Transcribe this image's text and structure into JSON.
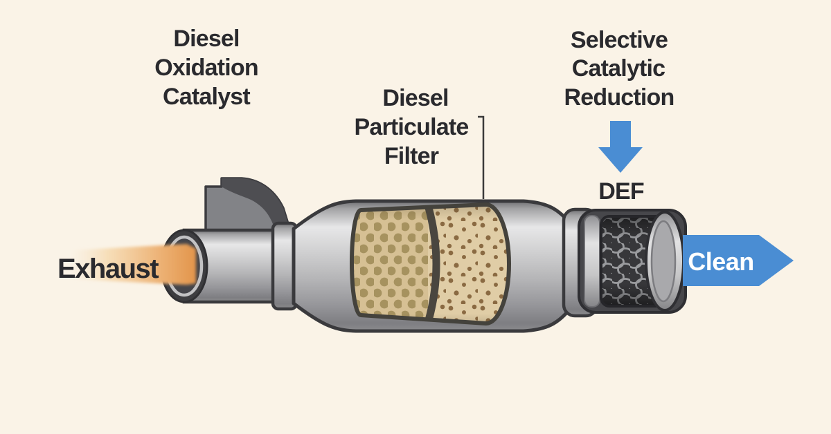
{
  "diagram": {
    "labels": {
      "doc": {
        "lines": [
          "Diesel",
          "Oxidation",
          "Catalyst"
        ]
      },
      "dpf": {
        "lines": [
          "Diesel",
          "Particulate",
          "Filter"
        ]
      },
      "scr": {
        "lines": [
          "Selective",
          "Catalytic",
          "Reduction"
        ]
      },
      "def_label": "DEF",
      "exhaust_label": "Exhaust",
      "clean_label": "Clean"
    },
    "colors": {
      "background": "#faf3e7",
      "text": "#2a2a2e",
      "arrow_blue": "#4a8dd3",
      "clean_text": "#ffffff",
      "exhaust_orange": "#e2954b",
      "metal_light": "#e7e7e8",
      "metal_dark": "#707073",
      "outline_gray": "#3a3a3d",
      "doc_substrate_tan": "#d6c094",
      "doc_dot_olive": "#a6925f",
      "dpf_substrate_tan": "#e0cda6",
      "dpf_dot_brown": "#8a6a42",
      "scr_mesh_dark": "#37373a",
      "scr_mesh_line": "#9a9b9e",
      "leader_line": "#3a3a3a"
    }
  }
}
